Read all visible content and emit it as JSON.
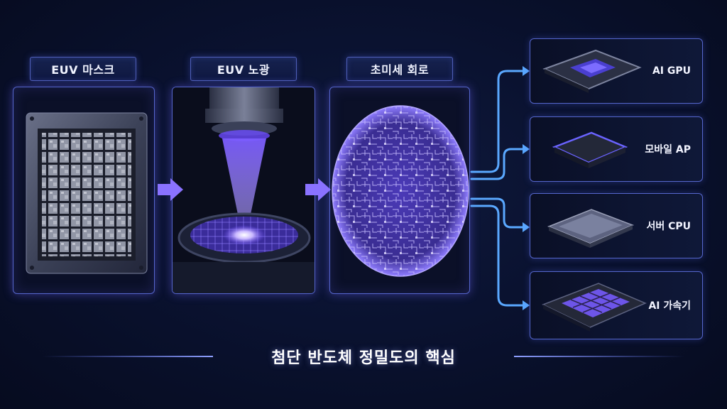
{
  "stages": [
    {
      "label": "EUV 마스크"
    },
    {
      "label": "EUV 노광"
    },
    {
      "label": "초미세 회로"
    }
  ],
  "outputs": [
    {
      "label": "AI GPU"
    },
    {
      "label": "모바일 AP"
    },
    {
      "label": "서버 CPU"
    },
    {
      "label": "AI 가속기"
    }
  ],
  "footer": {
    "title": "첨단 반도체 정밀도의 핵심"
  },
  "colors": {
    "accent": "#6f5cff",
    "glow": "#8a7dff",
    "border": "#5566cc",
    "connector": "#5aa8ff"
  }
}
